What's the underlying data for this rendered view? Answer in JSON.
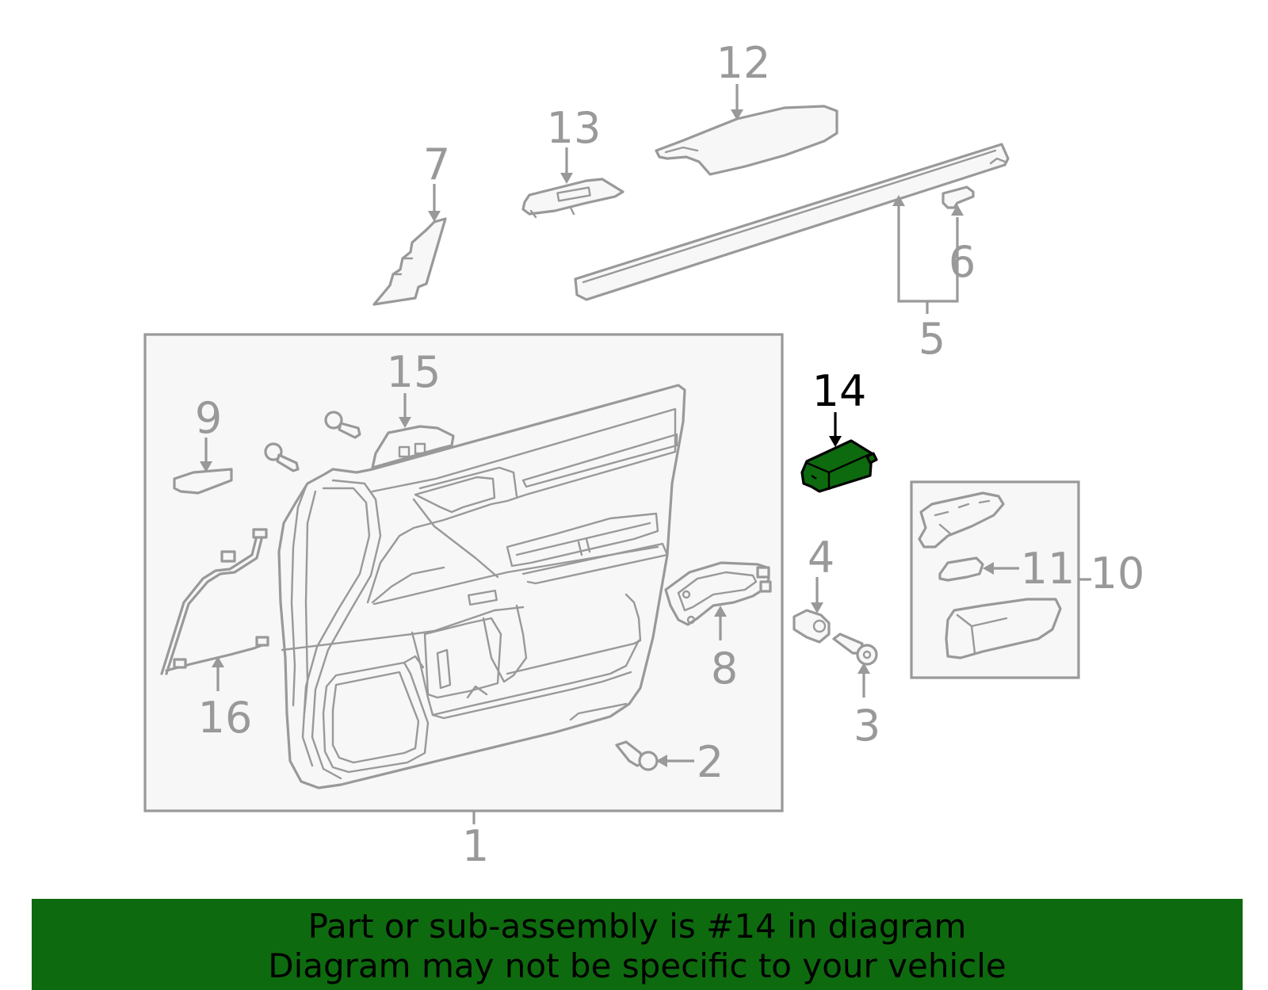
{
  "callouts": {
    "c1": "1",
    "c2": "2",
    "c3": "3",
    "c4": "4",
    "c5": "5",
    "c6": "6",
    "c7": "7",
    "c8": "8",
    "c9": "9",
    "c10": "10",
    "c11": "11",
    "c12": "12",
    "c13": "13",
    "c14": "14",
    "c15": "15",
    "c16": "16"
  },
  "highlighted_callout": "14",
  "banner": {
    "line1": "Part or sub-assembly is #14 in diagram",
    "line2": "Diagram may not be specific to your vehicle"
  },
  "colors": {
    "banner_bg": "#0e6a0e",
    "highlight_fill": "#0e6a0e",
    "line_gray": "#999999",
    "panel_bg": "#f7f7f7"
  }
}
